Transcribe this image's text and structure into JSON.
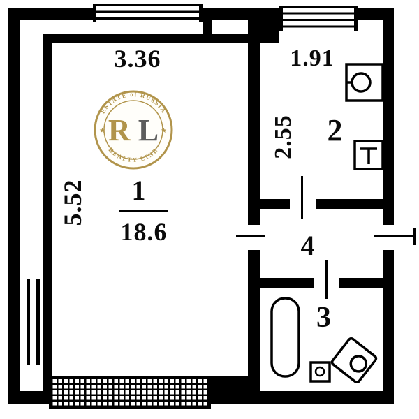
{
  "plan": {
    "rooms": {
      "room1": {
        "number": "1",
        "area": "18.6",
        "dim_width": "3.36",
        "dim_height": "5.52"
      },
      "room2": {
        "number": "2",
        "dim_width": "1.91",
        "dim_height": "2.55"
      },
      "room3": {
        "number": "3"
      },
      "room4": {
        "number": "4"
      }
    },
    "colors": {
      "wall": "#000000",
      "floor": "#ffffff"
    }
  },
  "watermark": {
    "arc_top": "ESTATE of RUSSIA",
    "arc_bottom": "REALTY LINE",
    "monogram_r": "R",
    "monogram_l": "L",
    "star": "★",
    "color_gold": "#ab8c3c",
    "color_dark": "#4f4f4f"
  }
}
